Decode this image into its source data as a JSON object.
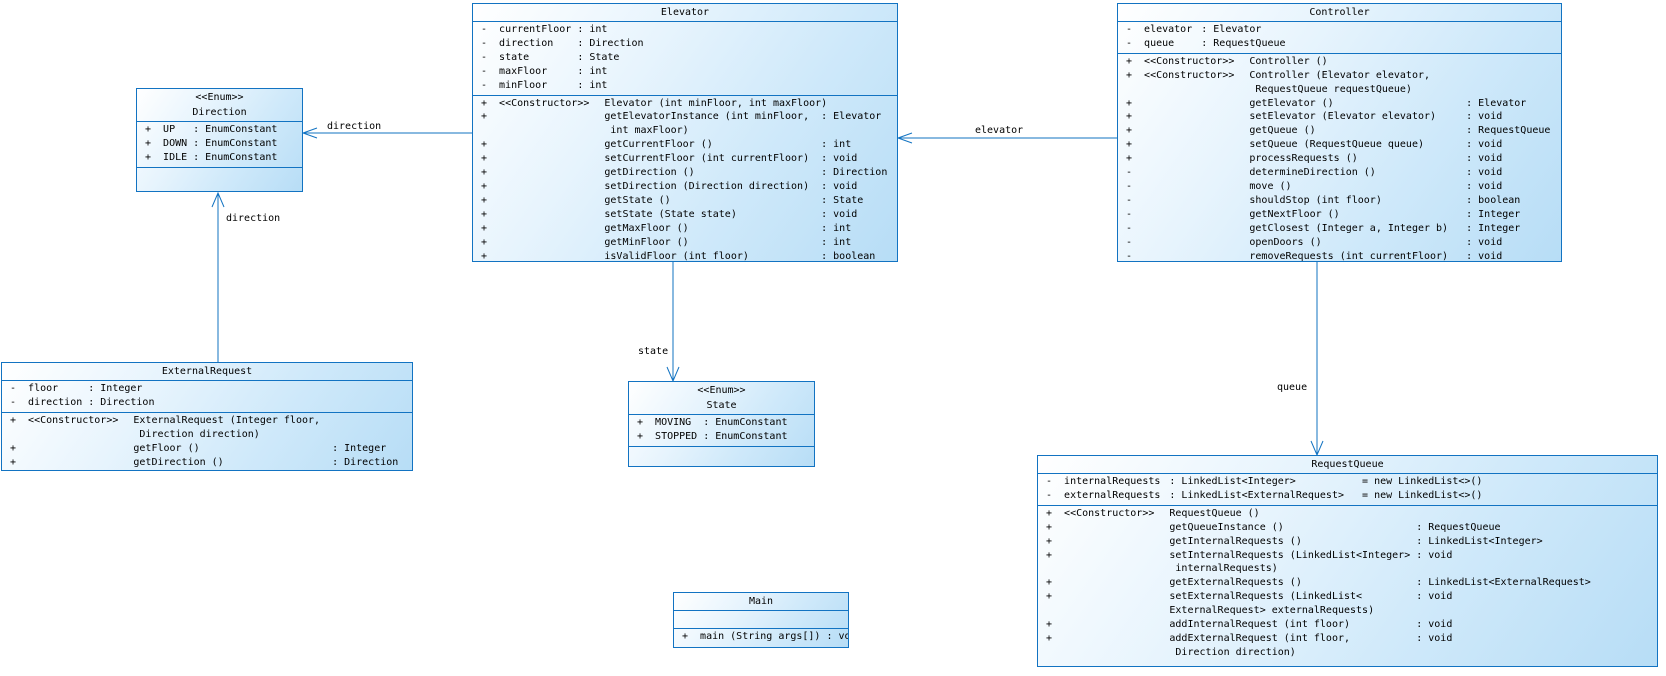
{
  "diagram": {
    "type": "uml-class-diagram",
    "colors": {
      "stroke": "#1273c2",
      "fill_light": "#ffffff",
      "fill_dark": "#b7ddf6",
      "text": "#000000"
    },
    "labels": {
      "elevator": "elevator",
      "direction_from_elevator": "direction",
      "direction_from_external_request": "direction",
      "state": "state",
      "queue": "queue"
    },
    "classes": [
      {
        "name": "Elevator",
        "stereotype": "",
        "attributes": [
          {
            "vis": "-",
            "name": "currentFloor",
            "type": ": int"
          },
          {
            "vis": "-",
            "name": "direction",
            "type": ": Direction"
          },
          {
            "vis": "-",
            "name": "state",
            "type": ": State"
          },
          {
            "vis": "-",
            "name": "maxFloor",
            "type": ": int"
          },
          {
            "vis": "-",
            "name": "minFloor",
            "type": ": int"
          }
        ],
        "methods": [
          {
            "vis": "+",
            "stereo": "<<Constructor>>",
            "sig": "Elevator (int minFloor, int maxFloor)",
            "ret": ""
          },
          {
            "vis": "+",
            "stereo": "",
            "sig": "getElevatorInstance (int minFloor,\n int maxFloor)",
            "ret": ": Elevator"
          },
          {
            "vis": "+",
            "stereo": "",
            "sig": "getCurrentFloor ()",
            "ret": ": int"
          },
          {
            "vis": "+",
            "stereo": "",
            "sig": "setCurrentFloor (int currentFloor)",
            "ret": ": void"
          },
          {
            "vis": "+",
            "stereo": "",
            "sig": "getDirection ()",
            "ret": ": Direction"
          },
          {
            "vis": "+",
            "stereo": "",
            "sig": "setDirection (Direction direction)",
            "ret": ": void"
          },
          {
            "vis": "+",
            "stereo": "",
            "sig": "getState ()",
            "ret": ": State"
          },
          {
            "vis": "+",
            "stereo": "",
            "sig": "setState (State state)",
            "ret": ": void"
          },
          {
            "vis": "+",
            "stereo": "",
            "sig": "getMaxFloor ()",
            "ret": ": int"
          },
          {
            "vis": "+",
            "stereo": "",
            "sig": "getMinFloor ()",
            "ret": ": int"
          },
          {
            "vis": "+",
            "stereo": "",
            "sig": "isValidFloor (int floor)",
            "ret": ": boolean"
          }
        ]
      },
      {
        "name": "Controller",
        "stereotype": "",
        "attributes": [
          {
            "vis": "-",
            "name": "elevator",
            "type": ": Elevator"
          },
          {
            "vis": "-",
            "name": "queue",
            "type": ": RequestQueue"
          }
        ],
        "methods": [
          {
            "vis": "+",
            "stereo": "<<Constructor>>",
            "sig": "Controller ()",
            "ret": ""
          },
          {
            "vis": "+",
            "stereo": "<<Constructor>>",
            "sig": "Controller (Elevator elevator,\n RequestQueue requestQueue)",
            "ret": ""
          },
          {
            "vis": "+",
            "stereo": "",
            "sig": "getElevator ()",
            "ret": ": Elevator"
          },
          {
            "vis": "+",
            "stereo": "",
            "sig": "setElevator (Elevator elevator)",
            "ret": ": void"
          },
          {
            "vis": "+",
            "stereo": "",
            "sig": "getQueue ()",
            "ret": ": RequestQueue"
          },
          {
            "vis": "+",
            "stereo": "",
            "sig": "setQueue (RequestQueue queue)",
            "ret": ": void"
          },
          {
            "vis": "+",
            "stereo": "",
            "sig": "processRequests ()",
            "ret": ": void"
          },
          {
            "vis": "-",
            "stereo": "",
            "sig": "determineDirection ()",
            "ret": ": void"
          },
          {
            "vis": "-",
            "stereo": "",
            "sig": "move ()",
            "ret": ": void"
          },
          {
            "vis": "-",
            "stereo": "",
            "sig": "shouldStop (int floor)",
            "ret": ": boolean"
          },
          {
            "vis": "-",
            "stereo": "",
            "sig": "getNextFloor ()",
            "ret": ": Integer"
          },
          {
            "vis": "-",
            "stereo": "",
            "sig": "getClosest (Integer a, Integer b)",
            "ret": ": Integer"
          },
          {
            "vis": "-",
            "stereo": "",
            "sig": "openDoors ()",
            "ret": ": void"
          },
          {
            "vis": "-",
            "stereo": "",
            "sig": "removeRequests (int currentFloor)",
            "ret": ": void"
          }
        ]
      },
      {
        "name": "Direction",
        "stereotype": "<<Enum>>",
        "attributes": [
          {
            "vis": "+",
            "name": "UP",
            "type": ": EnumConstant"
          },
          {
            "vis": "+",
            "name": "DOWN",
            "type": ": EnumConstant"
          },
          {
            "vis": "+",
            "name": "IDLE",
            "type": ": EnumConstant"
          }
        ],
        "methods": []
      },
      {
        "name": "ExternalRequest",
        "stereotype": "",
        "attributes": [
          {
            "vis": "-",
            "name": "floor",
            "type": ": Integer"
          },
          {
            "vis": "-",
            "name": "direction",
            "type": ": Direction"
          }
        ],
        "methods": [
          {
            "vis": "+",
            "stereo": "<<Constructor>>",
            "sig": "ExternalRequest (Integer floor,\n Direction direction)",
            "ret": ""
          },
          {
            "vis": "+",
            "stereo": "",
            "sig": "getFloor ()",
            "ret": ": Integer"
          },
          {
            "vis": "+",
            "stereo": "",
            "sig": "getDirection ()",
            "ret": ": Direction"
          }
        ]
      },
      {
        "name": "State",
        "stereotype": "<<Enum>>",
        "attributes": [
          {
            "vis": "+",
            "name": "MOVING",
            "type": ": EnumConstant"
          },
          {
            "vis": "+",
            "name": "STOPPED",
            "type": ": EnumConstant"
          }
        ],
        "methods": []
      },
      {
        "name": "Main",
        "stereotype": "",
        "attributes": [],
        "methods": [
          {
            "vis": "+",
            "stereo": "",
            "sig": "main (String args[])",
            "ret": ": void"
          }
        ]
      },
      {
        "name": "RequestQueue",
        "stereotype": "",
        "attributes": [
          {
            "vis": "-",
            "name": "internalRequests",
            "type": ": LinkedList<Integer>",
            "init": "= new LinkedList<>()"
          },
          {
            "vis": "-",
            "name": "externalRequests",
            "type": ": LinkedList<ExternalRequest>",
            "init": "= new LinkedList<>()"
          }
        ],
        "methods": [
          {
            "vis": "+",
            "stereo": "<<Constructor>>",
            "sig": "RequestQueue ()",
            "ret": ""
          },
          {
            "vis": "+",
            "stereo": "",
            "sig": "getQueueInstance ()",
            "ret": ": RequestQueue"
          },
          {
            "vis": "+",
            "stereo": "",
            "sig": "getInternalRequests ()",
            "ret": ": LinkedList<Integer>"
          },
          {
            "vis": "+",
            "stereo": "",
            "sig": "setInternalRequests (LinkedList<Integer>\n internalRequests)",
            "ret": ": void"
          },
          {
            "vis": "+",
            "stereo": "",
            "sig": "getExternalRequests ()",
            "ret": ": LinkedList<ExternalRequest>"
          },
          {
            "vis": "+",
            "stereo": "",
            "sig": "setExternalRequests (LinkedList<\nExternalRequest> externalRequests)",
            "ret": ": void"
          },
          {
            "vis": "+",
            "stereo": "",
            "sig": "addInternalRequest (int floor)",
            "ret": ": void"
          },
          {
            "vis": "+",
            "stereo": "",
            "sig": "addExternalRequest (int floor,\n Direction direction)",
            "ret": ": void"
          }
        ]
      }
    ]
  }
}
